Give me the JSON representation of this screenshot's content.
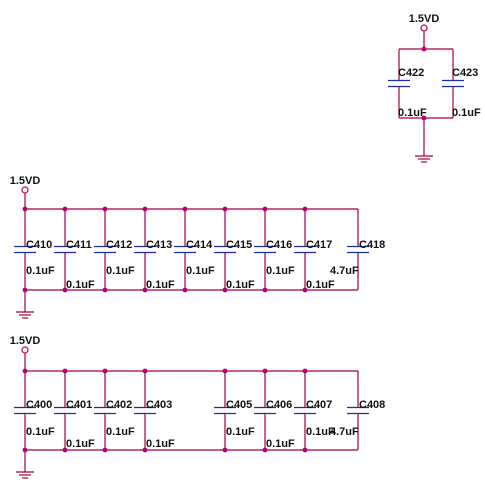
{
  "supply_label": "1.5VD",
  "groups": [
    {
      "id": "top-pair",
      "supply": "1.5VD",
      "capacitors": [
        {
          "ref": "C422",
          "value": "0.1uF"
        },
        {
          "ref": "C423",
          "value": "0.1uF"
        }
      ]
    },
    {
      "id": "bank-a",
      "supply": "1.5VD",
      "capacitors": [
        {
          "ref": "C410",
          "value": "0.1uF"
        },
        {
          "ref": "C411",
          "value": "0.1uF"
        },
        {
          "ref": "C412",
          "value": "0.1uF"
        },
        {
          "ref": "C413",
          "value": "0.1uF"
        },
        {
          "ref": "C414",
          "value": "0.1uF"
        },
        {
          "ref": "C415",
          "value": "0.1uF"
        },
        {
          "ref": "C416",
          "value": "0.1uF"
        },
        {
          "ref": "C417",
          "value": "0.1uF"
        },
        {
          "ref": "C418",
          "value": "4.7uF"
        }
      ]
    },
    {
      "id": "bank-b",
      "supply": "1.5VD",
      "capacitors": [
        {
          "ref": "C400",
          "value": "0.1uF"
        },
        {
          "ref": "C401",
          "value": "0.1uF"
        },
        {
          "ref": "C402",
          "value": "0.1uF"
        },
        {
          "ref": "C403",
          "value": "0.1uF"
        },
        {
          "ref": "C405",
          "value": "0.1uF"
        },
        {
          "ref": "C406",
          "value": "0.1uF"
        },
        {
          "ref": "C407",
          "value": "0.1uF"
        },
        {
          "ref": "C408",
          "value": "4.7uF"
        }
      ]
    }
  ],
  "colors": {
    "wire": "#a6003f",
    "capacitor": "#1a2fa8",
    "junction": "#b5006e",
    "text": "#111111"
  }
}
